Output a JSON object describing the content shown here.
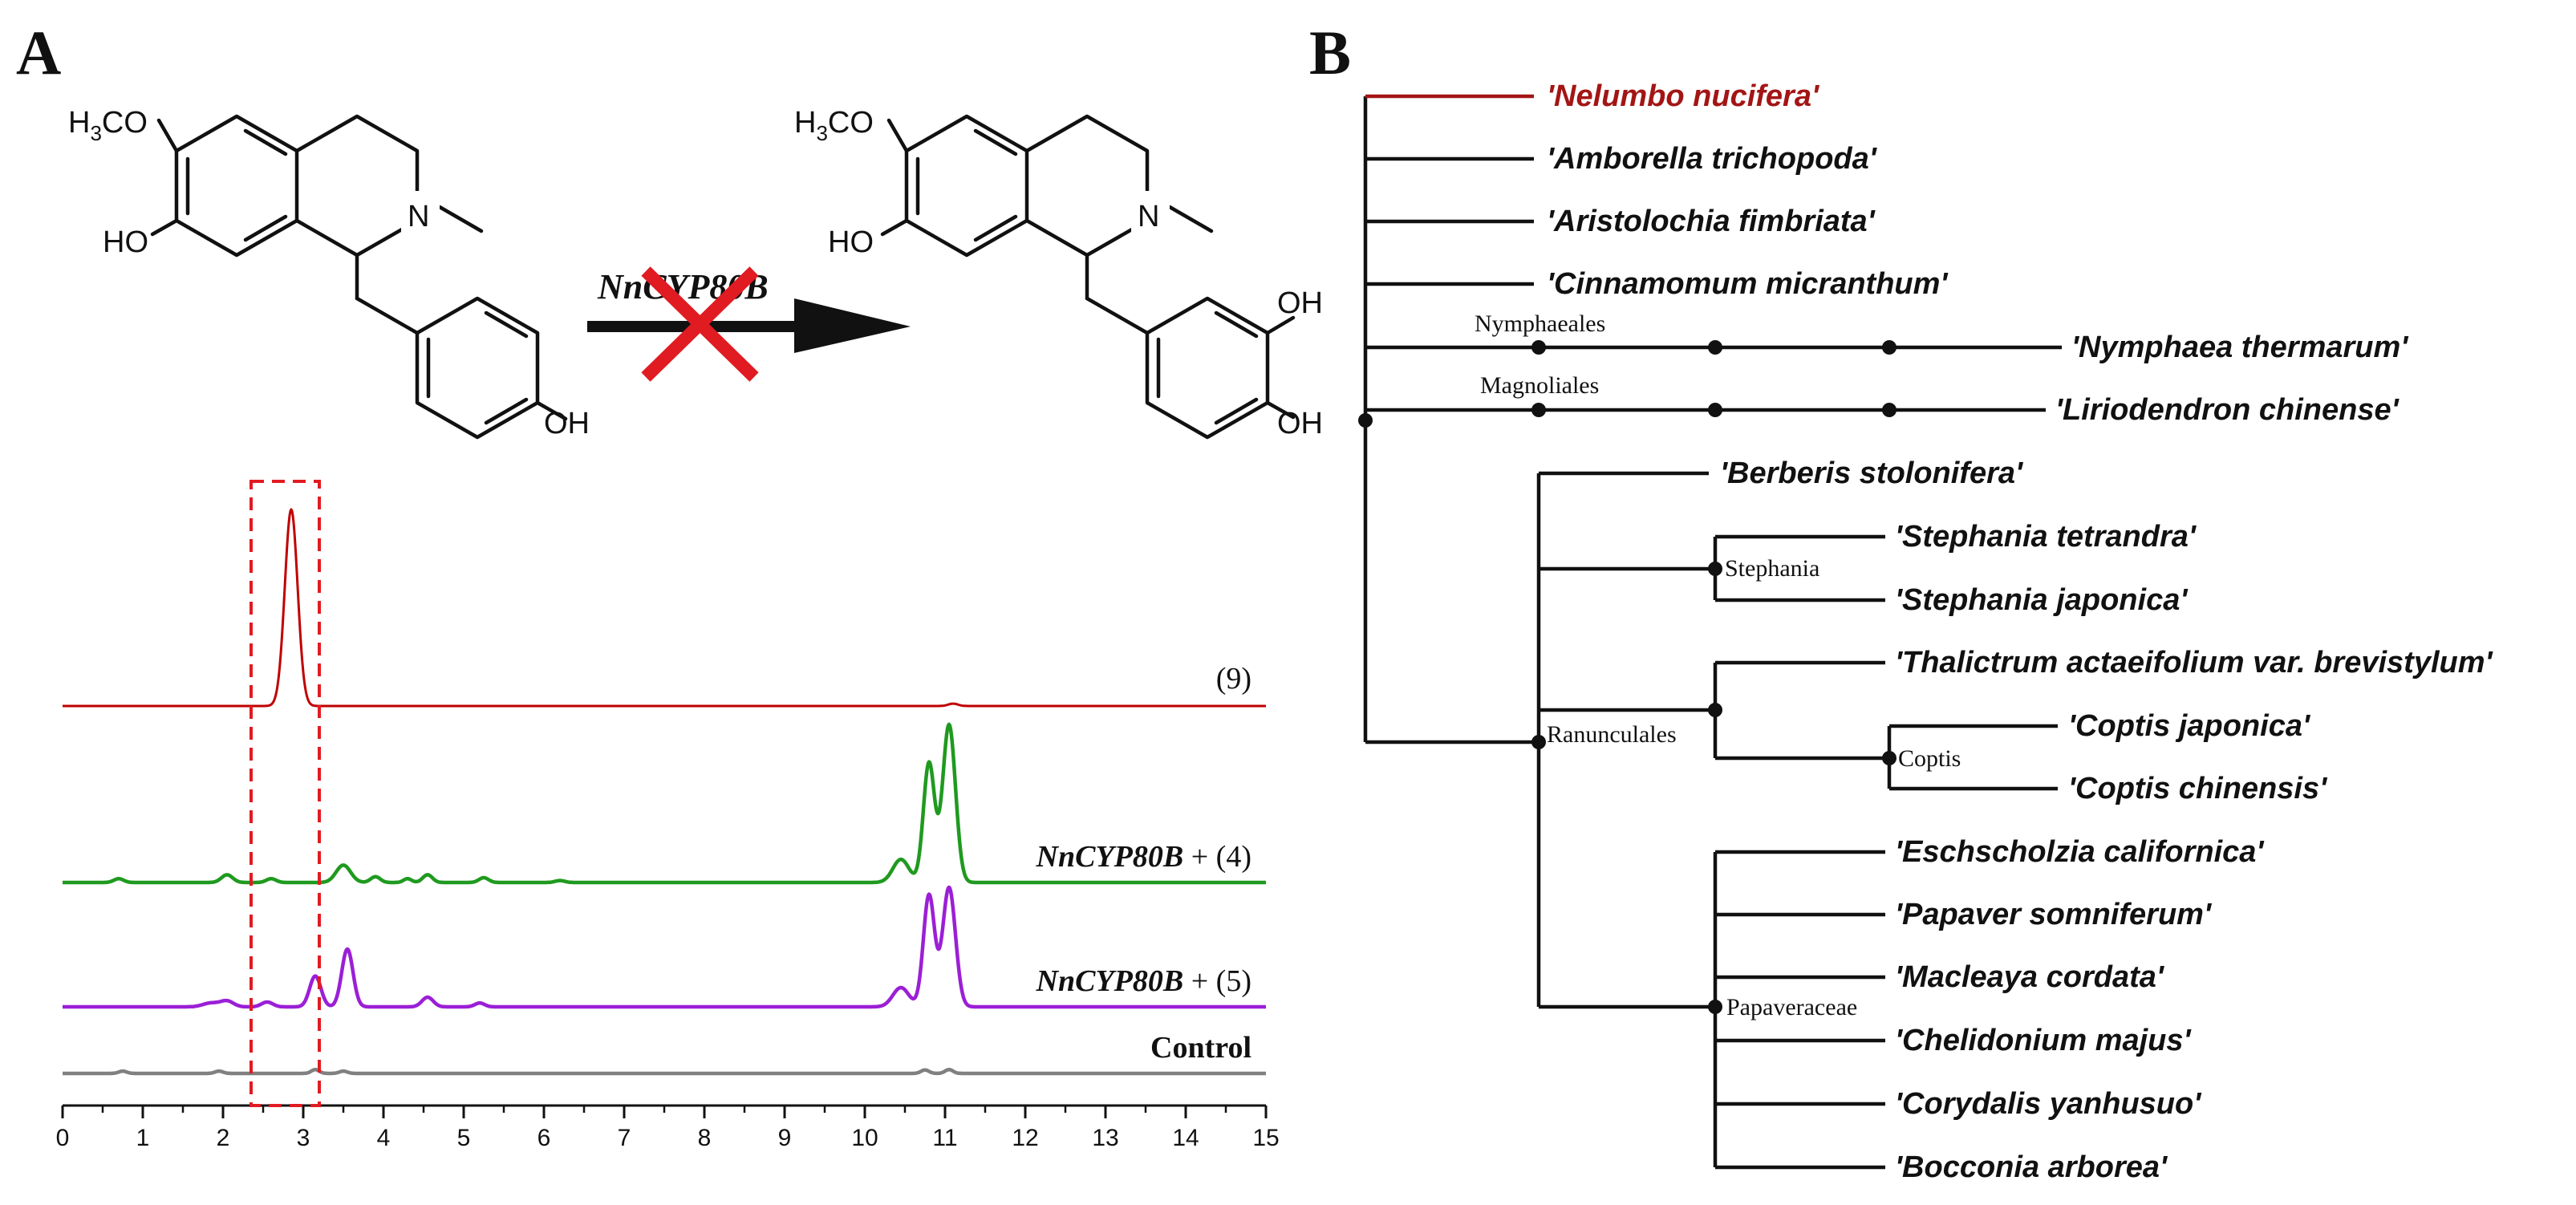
{
  "panel_a": {
    "label": "A",
    "enzyme": "NnCYP80B",
    "substrate": {
      "methoxy": "H3CO",
      "methoxy_base": "H",
      "methoxy_sub": "3",
      "methoxy_tail": "CO",
      "hydroxyl_ring_a": "HO",
      "amine": "N",
      "hydroxyl_ring_c": "OH"
    },
    "product": {
      "methoxy": "H3CO",
      "methoxy_base": "H",
      "methoxy_sub": "3",
      "methoxy_tail": "CO",
      "hydroxyl_ring_a": "HO",
      "amine": "N",
      "hydroxyl_3": "OH",
      "hydroxyl_4": "OH"
    },
    "colors": {
      "arrow": "#111111",
      "cross": "#e11b22",
      "highlight_box": "#e11b22"
    }
  },
  "chart_data": {
    "type": "line",
    "xlim": [
      0,
      15
    ],
    "x_ticks": [
      "0",
      "1",
      "2",
      "3",
      "4",
      "5",
      "6",
      "7",
      "8",
      "9",
      "10",
      "11",
      "12",
      "13",
      "14",
      "15"
    ],
    "highlight_range": [
      2.35,
      3.2
    ],
    "grid": false,
    "series": [
      {
        "name": "(9)",
        "name_parts": [
          "",
          "(9)"
        ],
        "color": "#c00000",
        "peaks": [
          {
            "x": 2.85,
            "height": 1.0,
            "width": 0.08
          },
          {
            "x": 11.1,
            "height": 0.012,
            "width": 0.06
          }
        ]
      },
      {
        "name": "NnCYP80B + (4)",
        "name_parts": [
          "NnCYP80B",
          " + (4)"
        ],
        "color": "#1f9a1f",
        "peaks": [
          {
            "x": 0.7,
            "height": 0.02,
            "width": 0.06
          },
          {
            "x": 2.05,
            "height": 0.04,
            "width": 0.07
          },
          {
            "x": 2.6,
            "height": 0.02,
            "width": 0.06
          },
          {
            "x": 3.5,
            "height": 0.09,
            "width": 0.09
          },
          {
            "x": 3.9,
            "height": 0.03,
            "width": 0.06
          },
          {
            "x": 4.3,
            "height": 0.02,
            "width": 0.05
          },
          {
            "x": 4.55,
            "height": 0.04,
            "width": 0.06
          },
          {
            "x": 5.25,
            "height": 0.025,
            "width": 0.06
          },
          {
            "x": 6.2,
            "height": 0.01,
            "width": 0.06
          },
          {
            "x": 10.45,
            "height": 0.12,
            "width": 0.1
          },
          {
            "x": 10.8,
            "height": 0.62,
            "width": 0.07
          },
          {
            "x": 11.05,
            "height": 0.82,
            "width": 0.08
          }
        ]
      },
      {
        "name": "NnCYP80B + (5)",
        "name_parts": [
          "NnCYP80B",
          " + (5)"
        ],
        "color": "#9b1fd6",
        "peaks": [
          {
            "x": 1.85,
            "height": 0.02,
            "width": 0.1
          },
          {
            "x": 2.05,
            "height": 0.03,
            "width": 0.08
          },
          {
            "x": 2.55,
            "height": 0.025,
            "width": 0.07
          },
          {
            "x": 3.15,
            "height": 0.16,
            "width": 0.07
          },
          {
            "x": 3.55,
            "height": 0.3,
            "width": 0.07
          },
          {
            "x": 4.55,
            "height": 0.05,
            "width": 0.07
          },
          {
            "x": 5.2,
            "height": 0.02,
            "width": 0.06
          },
          {
            "x": 10.45,
            "height": 0.1,
            "width": 0.1
          },
          {
            "x": 10.8,
            "height": 0.58,
            "width": 0.07
          },
          {
            "x": 11.05,
            "height": 0.62,
            "width": 0.08
          }
        ]
      },
      {
        "name": "Control",
        "name_parts": [
          "",
          "Control"
        ],
        "color": "#808080",
        "peaks": [
          {
            "x": 0.75,
            "height": 0.012,
            "width": 0.05
          },
          {
            "x": 1.95,
            "height": 0.012,
            "width": 0.05
          },
          {
            "x": 3.15,
            "height": 0.02,
            "width": 0.05
          },
          {
            "x": 3.5,
            "height": 0.012,
            "width": 0.05
          },
          {
            "x": 10.75,
            "height": 0.018,
            "width": 0.05
          },
          {
            "x": 11.05,
            "height": 0.02,
            "width": 0.05
          }
        ]
      }
    ]
  },
  "panel_b": {
    "label": "B",
    "highlight_color": "#a31515",
    "clade_labels": {
      "nymphaeales": "Nymphaeales",
      "magnoliales": "Magnoliales",
      "stephania": "Stephania",
      "ranunculales": "Ranunculales",
      "coptis": "Coptis",
      "papaveraceae": "Papaveraceae"
    },
    "taxa": {
      "nelumbo": "'Nelumbo nucifera'",
      "amborella": "'Amborella trichopoda'",
      "aristolochia": "'Aristolochia fimbriata'",
      "cinnamomum": "'Cinnamomum micranthum'",
      "nymphaea": "'Nymphaea thermarum'",
      "liriodendron": "'Liriodendron chinense'",
      "berberis": "'Berberis stolonifera'",
      "stephania_tetrandra": "'Stephania tetrandra'",
      "stephania_japonica": "'Stephania japonica'",
      "thalictrum": "'Thalictrum actaeifolium var. brevistylum'",
      "coptis_japonica": "'Coptis japonica'",
      "coptis_chinensis": "'Coptis chinensis'",
      "eschscholzia": "'Eschscholzia californica'",
      "papaver": "'Papaver somniferum'",
      "macleaya": "'Macleaya cordata'",
      "chelidonium": "'Chelidonium majus'",
      "corydalis": "'Corydalis yanhusuo'",
      "bocconia": "'Bocconia arborea'"
    }
  }
}
